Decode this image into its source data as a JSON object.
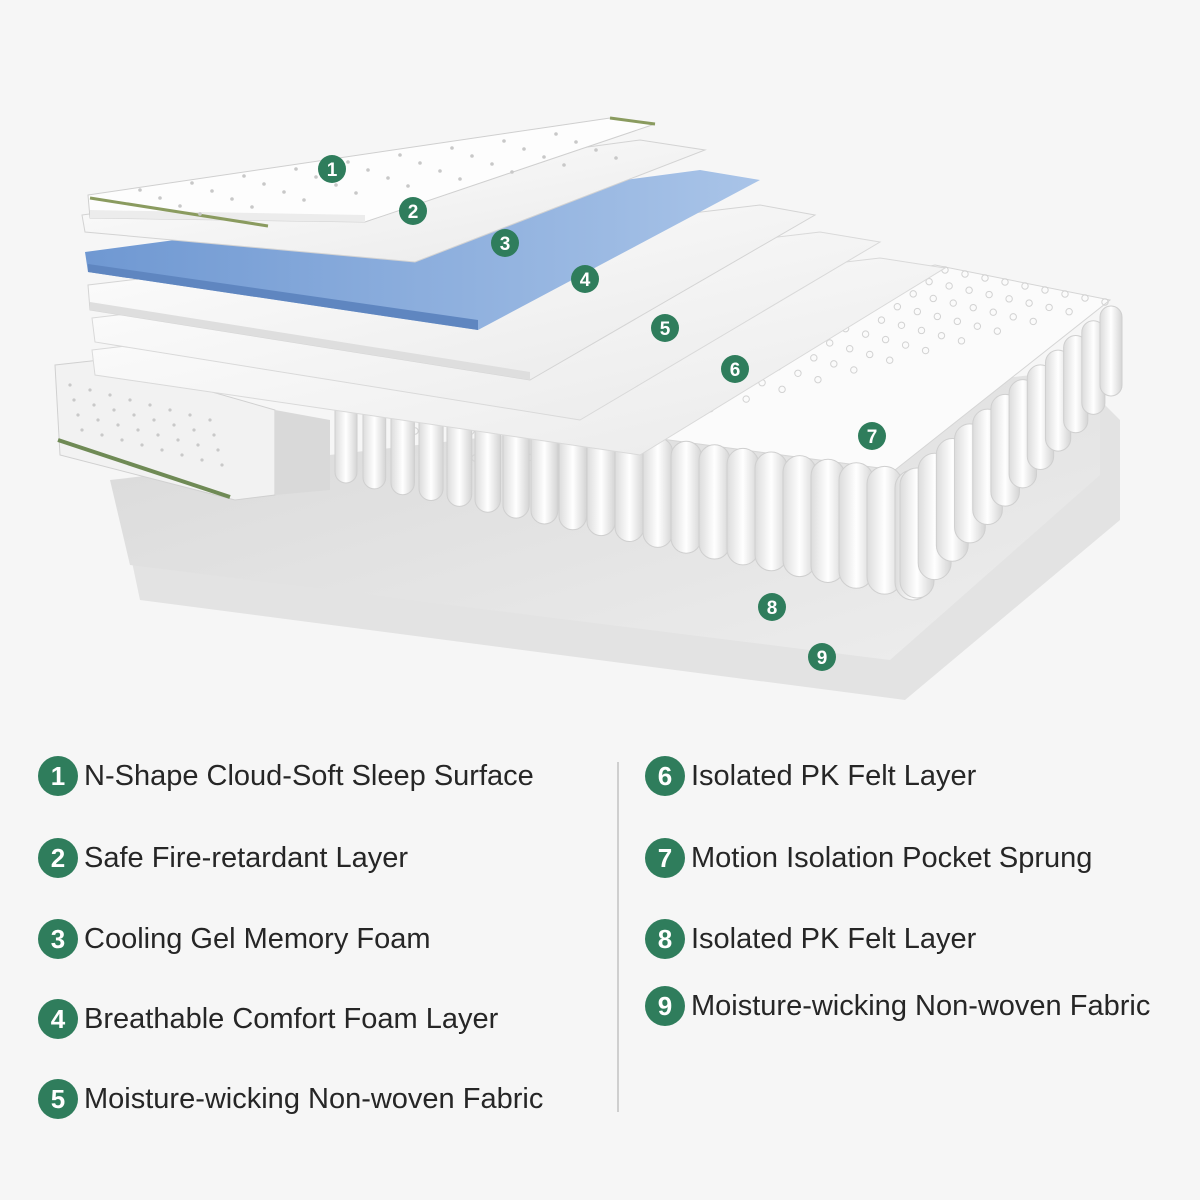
{
  "legend": {
    "left": [
      {
        "num": "1",
        "label": "N-Shape Cloud-Soft Sleep Surface"
      },
      {
        "num": "2",
        "label": "Safe Fire-retardant Layer"
      },
      {
        "num": "3",
        "label": "Cooling Gel Memory Foam"
      },
      {
        "num": "4",
        "label": "Breathable Comfort Foam Layer"
      },
      {
        "num": "5",
        "label": "Moisture-wicking Non-woven Fabric"
      }
    ],
    "right": [
      {
        "num": "6",
        "label": "Isolated PK Felt Layer"
      },
      {
        "num": "7",
        "label": "Motion Isolation Pocket Sprung"
      },
      {
        "num": "8",
        "label": "Isolated PK Felt Layer"
      },
      {
        "num": "9",
        "label": "Moisture-wicking Non-woven Fabric"
      }
    ]
  },
  "markers": [
    "1",
    "2",
    "3",
    "4",
    "5",
    "6",
    "7",
    "8",
    "9"
  ],
  "colors": {
    "badge": "#2f7d5c",
    "gel_foam": "#7fa3d6",
    "white_layer": "#ffffff",
    "felt": "#e4e4e4",
    "green_trim": "#6f8a55",
    "background": "#f6f6f6"
  }
}
